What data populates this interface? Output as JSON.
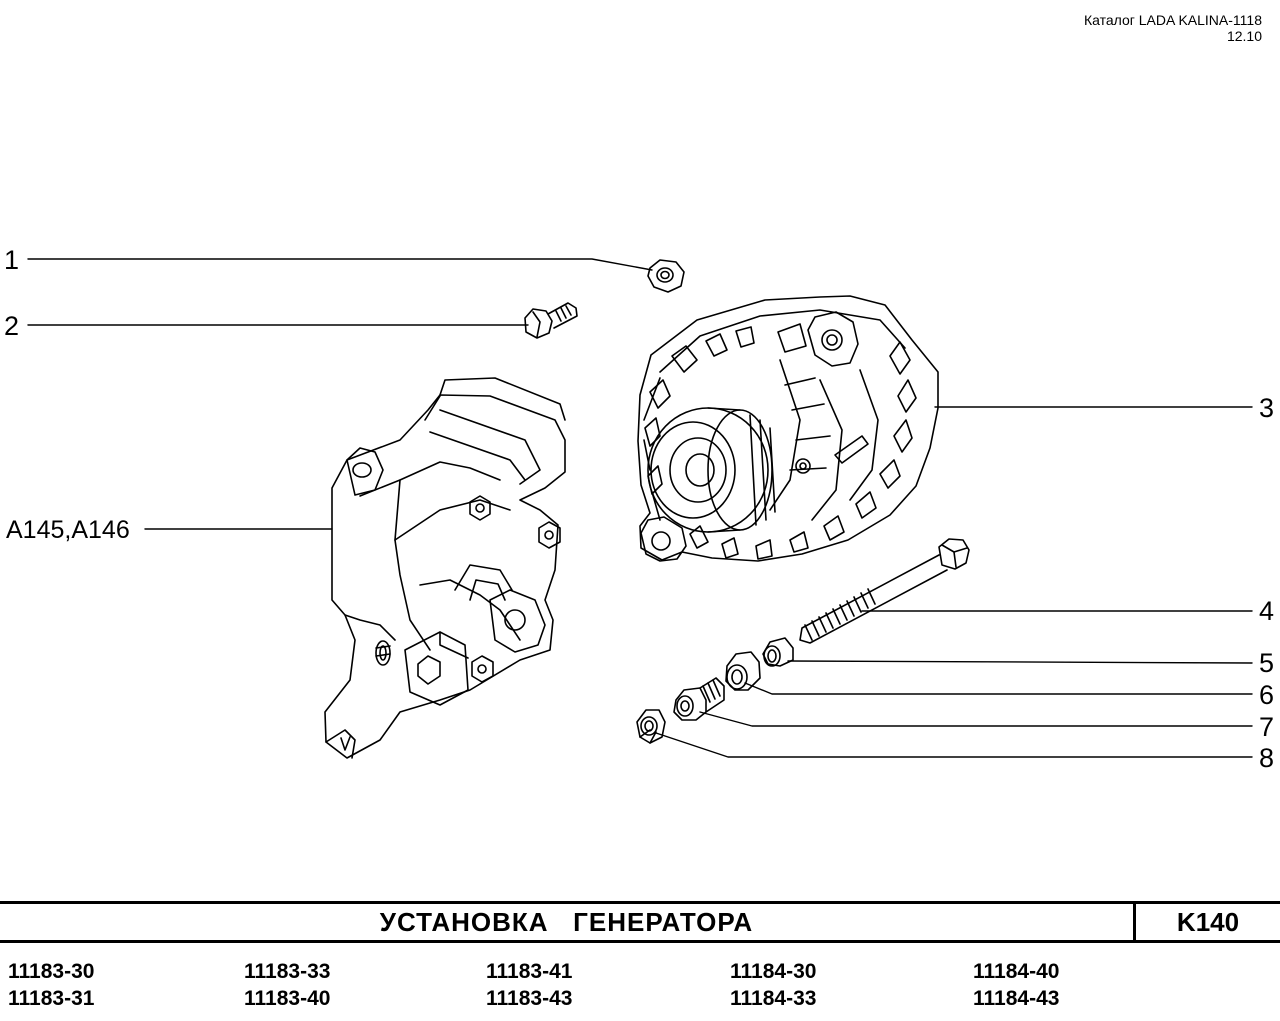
{
  "header": {
    "catalog": "Каталог LADA KALINA-1118",
    "date": "12.10"
  },
  "callouts": {
    "c1": "1",
    "c2": "2",
    "c3": "3",
    "c4": "4",
    "c5": "5",
    "c6": "6",
    "c7": "7",
    "c8": "8",
    "bracket": "A145,A146"
  },
  "footer": {
    "title": "УСТАНОВКА   ГЕНЕРАТОРА",
    "code": "K140"
  },
  "models": [
    [
      "11183-30",
      "11183-31"
    ],
    [
      "11183-33",
      "11183-40"
    ],
    [
      "11183-41",
      "11183-43"
    ],
    [
      "11184-30",
      "11184-33"
    ],
    [
      "11184-40",
      "11184-43"
    ]
  ]
}
